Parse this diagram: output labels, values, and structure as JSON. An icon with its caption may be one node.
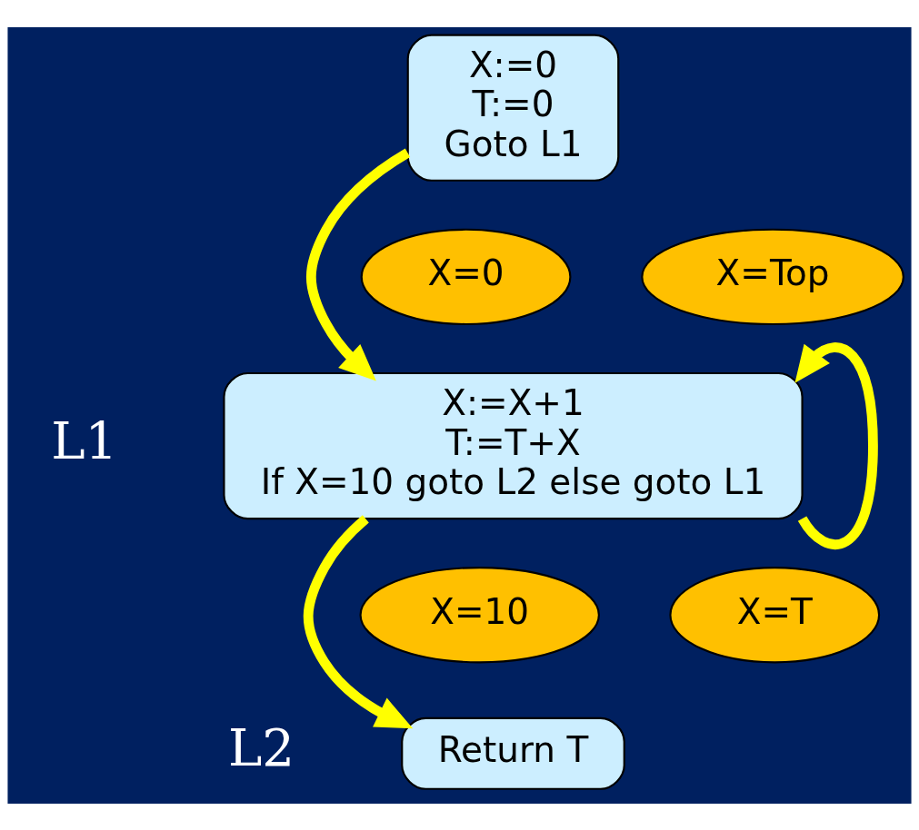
{
  "diagram": {
    "nodes": [
      {
        "text": [
          "X:=0",
          "T:=0",
          "Goto L1"
        ]
      },
      {
        "text": [
          "X=0"
        ]
      },
      {
        "text": [
          "X=Top"
        ]
      },
      {
        "text": [
          "X:=X+1",
          "T:=T+X",
          "If X=10 goto L2 else goto L1"
        ],
        "beside": [
          "L1"
        ]
      },
      {
        "text": [
          "X=10"
        ]
      },
      {
        "text": [
          "X=T"
        ]
      },
      {
        "text": [
          "Return T"
        ],
        "beside": [
          "L2"
        ]
      }
    ],
    "edges": [
      {
        "from": 0,
        "to": 3,
        "arrow": "to"
      },
      {
        "from": 3,
        "to": 3,
        "arrow": "to"
      },
      {
        "from": 3,
        "to": 6,
        "arrow": "to"
      }
    ]
  }
}
